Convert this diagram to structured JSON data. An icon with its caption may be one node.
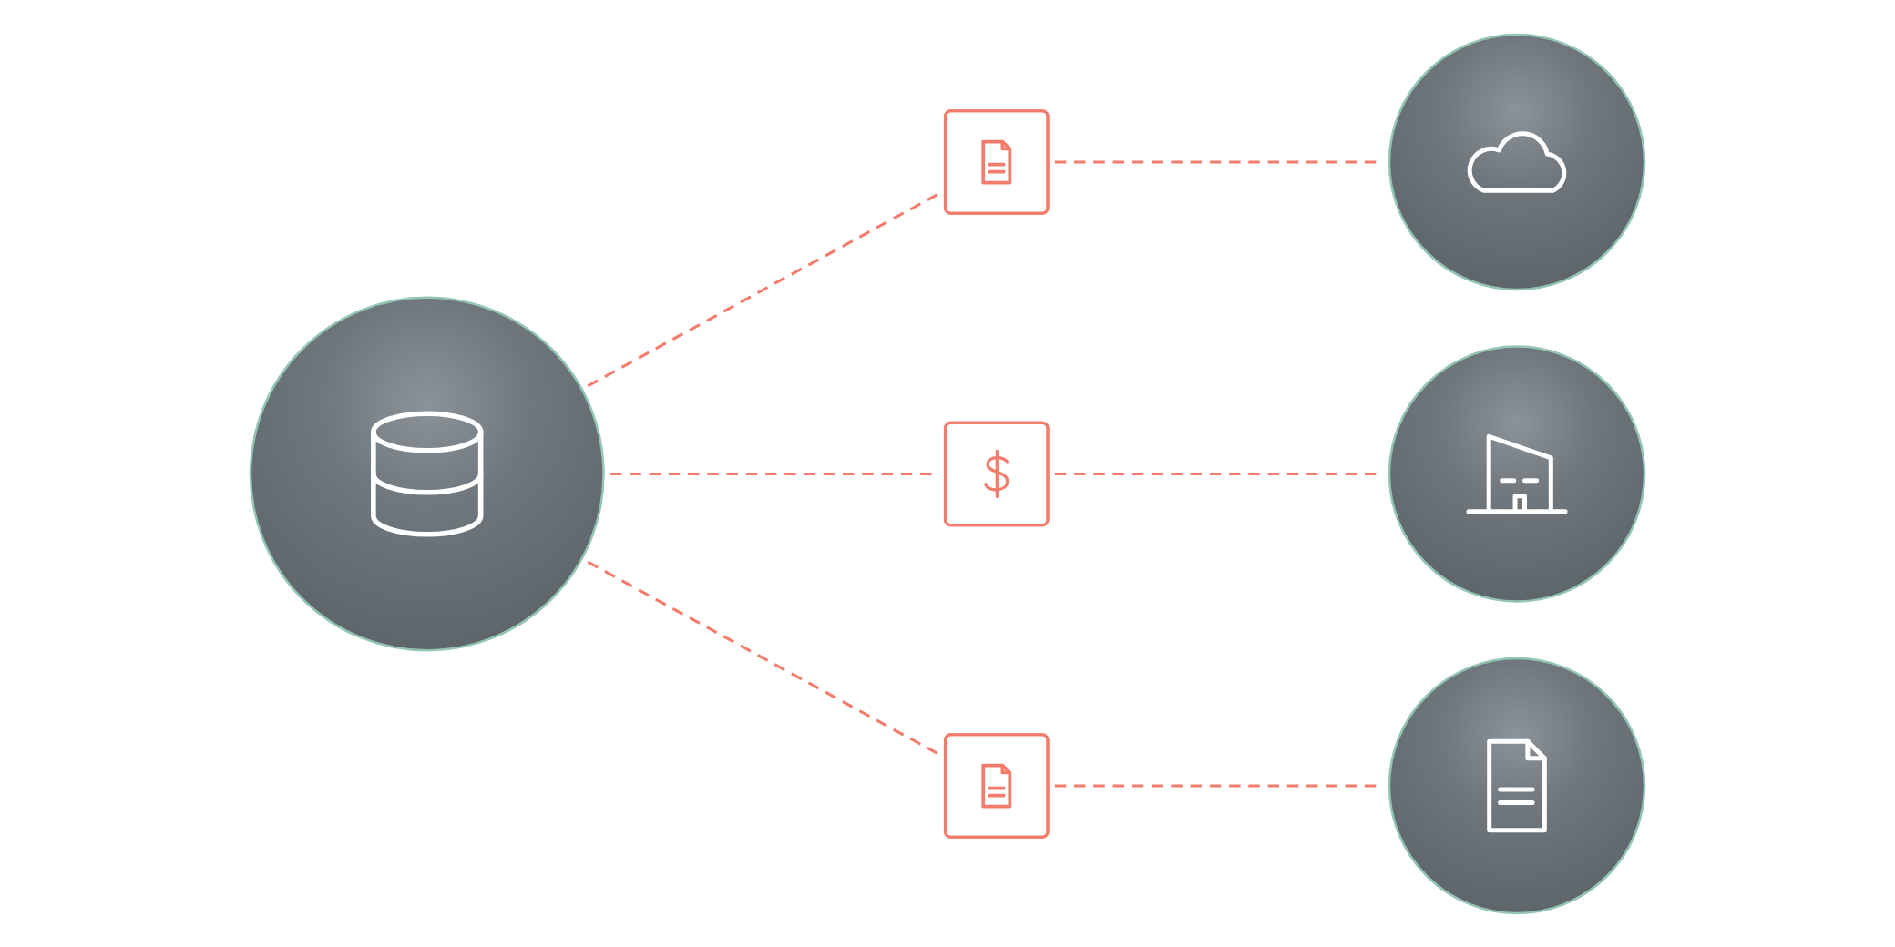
{
  "diagram": {
    "nodes": [
      {
        "text": [],
        "shape": "circle"
      },
      {
        "text": [],
        "shape": "box"
      },
      {
        "text": [],
        "shape": "circle"
      },
      {
        "text": [],
        "shape": "box"
      },
      {
        "text": [],
        "shape": "circle"
      },
      {
        "text": [],
        "shape": "box"
      },
      {
        "text": [],
        "shape": "circle"
      }
    ],
    "edges": [
      {
        "from": 0,
        "to": 1,
        "arrow": "none",
        "style": "dashed"
      },
      {
        "from": 1,
        "to": 2,
        "arrow": "none",
        "style": "dashed"
      },
      {
        "from": 0,
        "to": 3,
        "arrow": "none",
        "style": "dashed"
      },
      {
        "from": 3,
        "to": 4,
        "arrow": "none",
        "style": "dashed"
      },
      {
        "from": 0,
        "to": 5,
        "arrow": "none",
        "style": "dashed"
      },
      {
        "from": 5,
        "to": 6,
        "arrow": "none",
        "style": "dashed"
      }
    ]
  }
}
